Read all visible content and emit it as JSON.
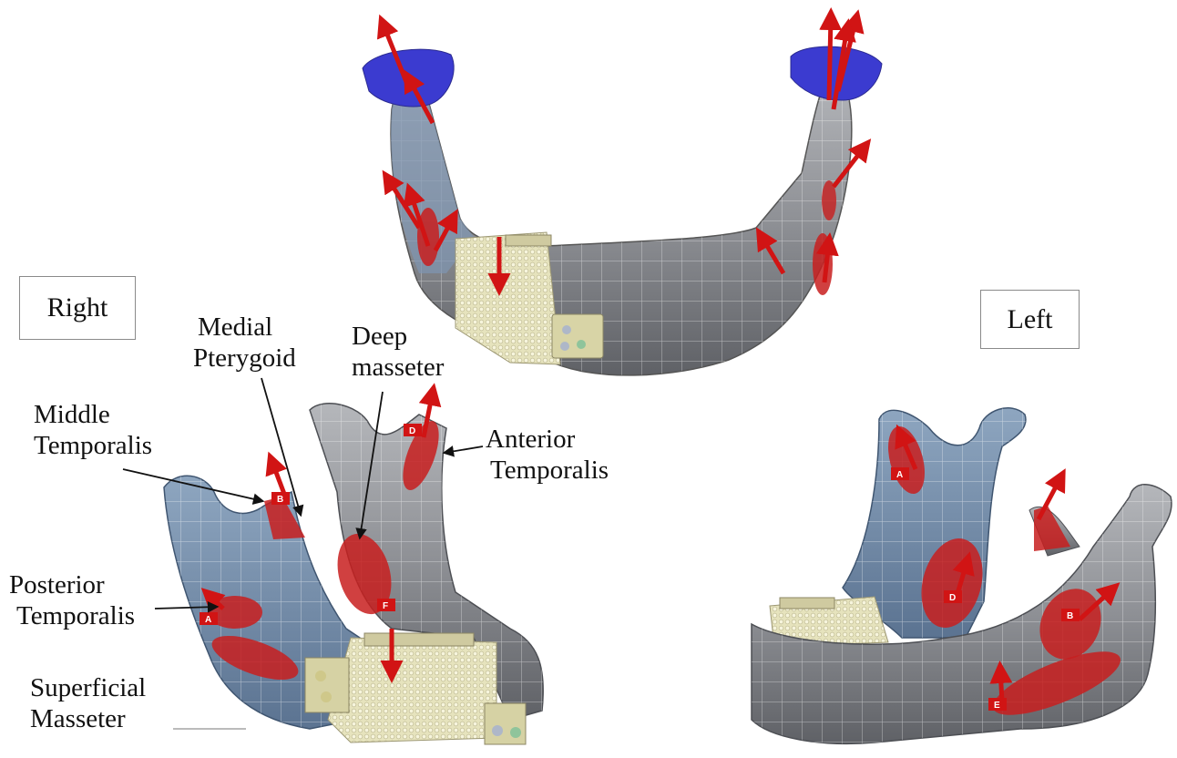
{
  "views": {
    "right_label": "Right",
    "left_label": "Left"
  },
  "muscles": {
    "medial_pterygoid": [
      "Medial",
      "Pterygoid"
    ],
    "deep_masseter": [
      "Deep",
      "masseter"
    ],
    "middle_temporalis": [
      "Middle",
      "Temporalis"
    ],
    "anterior_temporalis": [
      "Anterior",
      "Temporalis"
    ],
    "posterior_temporalis": [
      "Posterior",
      "Temporalis"
    ],
    "superficial_masseter": [
      "Superficial",
      "Masseter"
    ]
  },
  "region_markers": {
    "right": [
      "D",
      "A",
      "F",
      "B"
    ],
    "left": [
      "A",
      "D",
      "B",
      "E"
    ]
  },
  "colors": {
    "bone_blue": "#6f8aa8",
    "bone_gray": "#8c8e92",
    "muscle_red": "#c81e1e",
    "arrow_red": "#d11414",
    "condyle_blue": "#3c3ccf",
    "implant": "#e8e6c2"
  }
}
